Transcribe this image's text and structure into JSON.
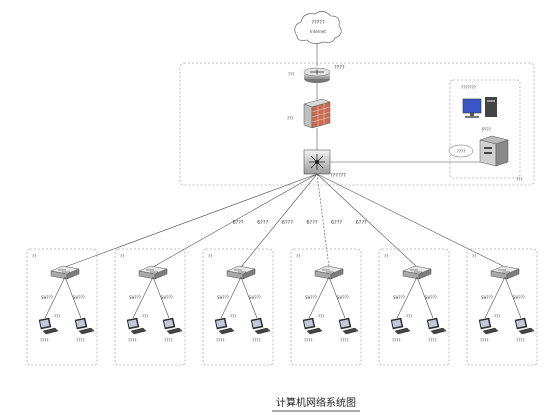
{
  "diagram": {
    "caption": "计算机网络系统图",
    "cloud_label": "?????",
    "cloud_sublabel": "Internet",
    "router_label": "???",
    "router_tag": "????",
    "firewall_label": "???",
    "core_switch_label": "??????",
    "server_area_label": "???????",
    "server_label": "P???",
    "server_port_label": "????",
    "core_box_label": "???",
    "uplink_labels": [
      "6???",
      "6???",
      "6???",
      "6???",
      "6???",
      "6???"
    ],
    "groups": [
      {
        "label": "??",
        "port_a": "SH???",
        "port_b": "SH???",
        "pc_label": "???",
        "pc_a": "????",
        "pc_b": "????"
      },
      {
        "label": "??",
        "port_a": "SH???",
        "port_b": "SH???",
        "pc_label": "???",
        "pc_a": "????",
        "pc_b": "????"
      },
      {
        "label": "??",
        "port_a": "SH???",
        "port_b": "SH???",
        "pc_label": "???",
        "pc_a": "????",
        "pc_b": "????"
      },
      {
        "label": "??",
        "port_a": "SH???",
        "port_b": "SH???",
        "pc_label": "???",
        "pc_a": "????",
        "pc_b": "????"
      },
      {
        "label": "??",
        "port_a": "SH???",
        "port_b": "SH???",
        "pc_label": "???",
        "pc_a": "????",
        "pc_b": "????"
      },
      {
        "label": "??",
        "port_a": "SH???",
        "port_b": "SH???",
        "pc_label": "???",
        "pc_a": "????",
        "pc_b": "????"
      }
    ]
  }
}
